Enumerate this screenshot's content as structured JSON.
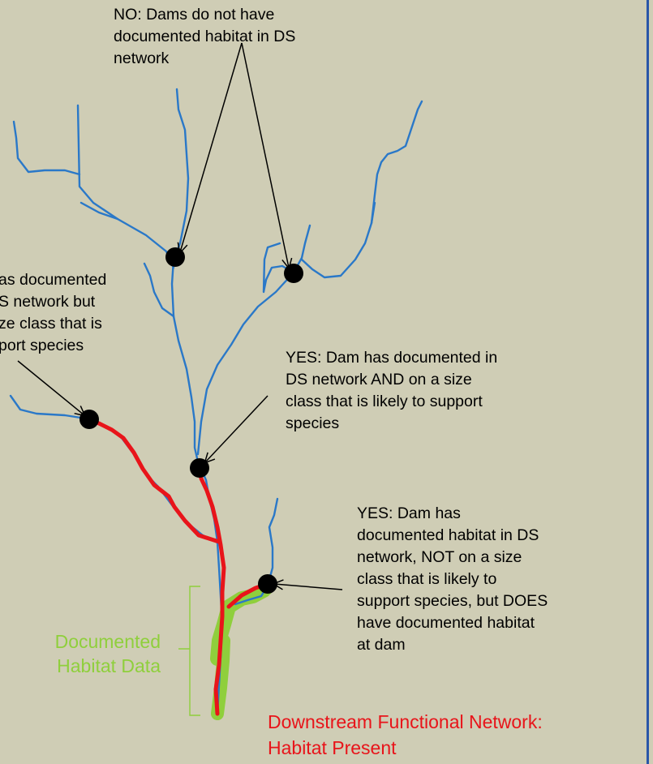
{
  "labels": {
    "no_dams": [
      "NO: Dams do not have",
      "documented habitat in DS",
      "network"
    ],
    "left_dam": [
      "as documented",
      "S network but",
      "ze class that is",
      "port species"
    ],
    "yes_size": [
      "YES: Dam has documented in",
      "DS network AND on a size",
      "class that is likely to support",
      "species"
    ],
    "yes_at_dam": [
      "YES: Dam has",
      "documented habitat in DS",
      "network, NOT on a size",
      "class that is likely to",
      "support species, but DOES",
      "have documented habitat",
      "at dam"
    ],
    "documented_habitat": [
      "Documented",
      "Habitat Data"
    ],
    "downstream_network": [
      "Downstream Functional Network:",
      "Habitat Present"
    ]
  },
  "colors": {
    "background": "#cfcdb5",
    "stream": "#2a78c8",
    "functional_network": "#e8141a",
    "habitat": "#8fcf3c",
    "dam": "#000000",
    "habitat_label": "#8fcf3c",
    "network_label": "#e8141a",
    "border": "#2a56a8"
  },
  "icons": {
    "dam": "dam-marker-icon"
  }
}
